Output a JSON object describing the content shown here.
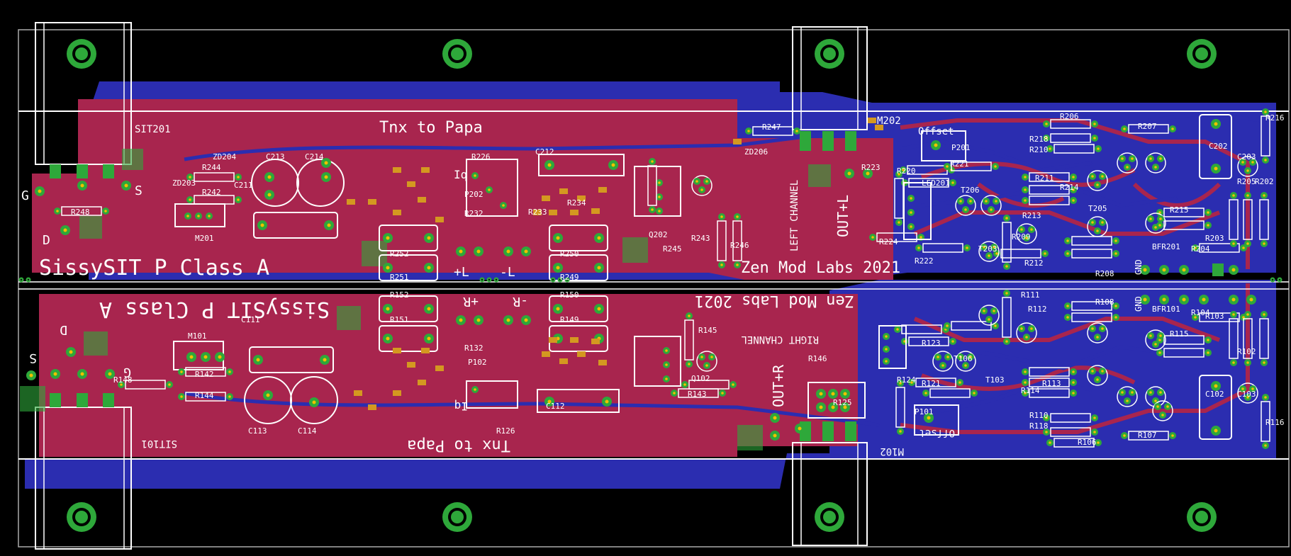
{
  "colors": {
    "background": "#000000",
    "top_copper": "#a8254e",
    "bottom_copper": "#2b2db0",
    "pad": "#2ea83a",
    "pad_hole": "#f0c000",
    "silkscreen": "#ffffff",
    "smd": "#d49820"
  },
  "labels": {
    "title_top": "SissySIT P Class A",
    "title_bottom": "SissySIT P Class A",
    "thanks_top": "Tnx to Papa",
    "thanks_bottom": "Tnx to Papa",
    "brand_top": "Zen Mod Labs 2021",
    "brand_bottom": "Zen Mod Labs 2021",
    "left_channel": "LEFT CHANNEL",
    "right_channel": "RIGHT CHANNEL",
    "out_left": "OUT+L",
    "out_right": "OUT+R",
    "sit_top": "SIT201",
    "sit_bottom": "SIT101",
    "mosfet_top": "M202",
    "mosfet_bottom": "M102",
    "offset_top": "Offset",
    "offset_bottom": "Offset",
    "plus_l": "+L",
    "minus_l": "-L",
    "plus_r": "+R",
    "minus_r": "-R",
    "gnd": "GND",
    "g_top": "G",
    "s_top": "S",
    "d_top": "D",
    "g_bottom": "G",
    "s_bottom": "S",
    "d_bottom": "D",
    "iq_top": "Iq",
    "iq_bottom": "Iq"
  },
  "components_top": [
    "C213",
    "C214",
    "C211",
    "R244",
    "R242",
    "R248",
    "ZD204",
    "ZD203",
    "M201",
    "R252",
    "R251",
    "R250",
    "R249",
    "P202",
    "R226",
    "C212",
    "R232",
    "R233",
    "R234",
    "Q202",
    "R245",
    "R243",
    "R246",
    "R247",
    "ZD206",
    "P201",
    "R220",
    "R221",
    "R223",
    "R224",
    "R222",
    "LED201",
    "T206",
    "T203",
    "R209",
    "R212",
    "R213",
    "R211",
    "T205",
    "R214",
    "R218",
    "R210",
    "R206",
    "R207",
    "C202",
    "C203",
    "R216",
    "R215",
    "R208",
    "R204",
    "BFR201",
    "R203",
    "R202",
    "R205"
  ],
  "components_bottom": [
    "C113",
    "C114",
    "C111",
    "R144",
    "R142",
    "R148",
    "M101",
    "R152",
    "R151",
    "R150",
    "R149",
    "P102",
    "R126",
    "C112",
    "R132",
    "Q102",
    "R145",
    "R143",
    "R146",
    "R125",
    "P101",
    "R121",
    "R123",
    "R124",
    "T106",
    "T103",
    "R111",
    "R112",
    "R113",
    "R114",
    "R118",
    "R110",
    "R106",
    "R107",
    "C102",
    "C103",
    "R116",
    "R115",
    "R108",
    "R104",
    "BFR101",
    "R103",
    "R102"
  ]
}
